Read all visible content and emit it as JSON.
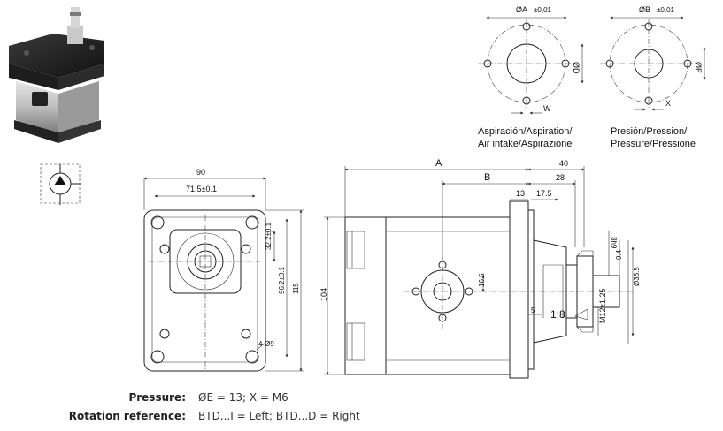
{
  "ports": {
    "suction": {
      "dim_a": "ØA",
      "tol_a": "±0,01",
      "dim_d": "ØD",
      "dim_w": "W",
      "caption_line1": "Aspiración/Aspiration/",
      "caption_line2": "Air intake/Aspirazione"
    },
    "pressure": {
      "dim_b": "ØB",
      "tol_b": "±0,01",
      "dim_e": "ØE",
      "dim_x": "X",
      "caption_line1": "Presión/Pression/",
      "caption_line2": "Pressure/Pressione"
    }
  },
  "front_view": {
    "width": "90",
    "bolt_spacing": "71.5±0.1",
    "dim_32": "32.2±0.1",
    "dim_96": "96.2±0.1",
    "height": "115",
    "hole": "4-Ø9"
  },
  "side_view": {
    "dim_a": "A",
    "dim_b": "B",
    "dim_40": "40",
    "dim_28": "28",
    "dim_13": "13",
    "dim_17": "17.5",
    "dim_104": "104",
    "dim_16": "16.5",
    "dim_5": "5",
    "taper": "1:8",
    "thread": "M12x1.25",
    "key_w": "3h9",
    "key_h": "9.4",
    "shaft_dia": "Ø36.5"
  },
  "specs": [
    {
      "label": "Pressure:",
      "value": "ØE = 13; X = M6"
    },
    {
      "label": "Rotation reference:",
      "value": "BTD...I = Left; BTD...D = Right"
    }
  ]
}
